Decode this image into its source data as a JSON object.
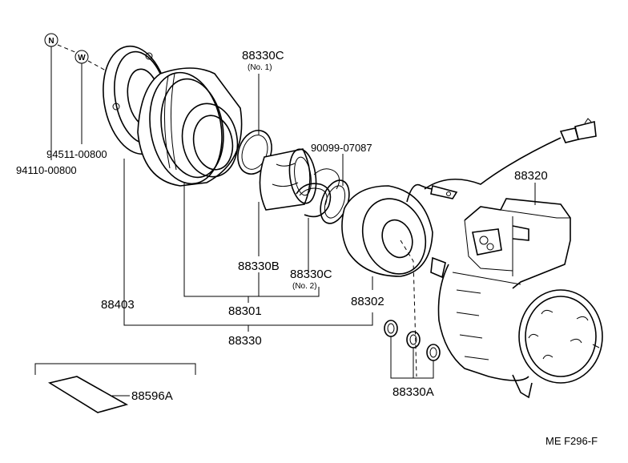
{
  "labels": {
    "p88330C_1": "88330C",
    "p88330C_1_note": "(No. 1)",
    "p90099": "90099-07087",
    "p94511": "94511-00800",
    "p94110": "94110-00800",
    "p88320": "88320",
    "p88330B": "88330B",
    "p88330C_2": "88330C",
    "p88330C_2_note": "(No. 2)",
    "p88403": "88403",
    "p88301": "88301",
    "p88302": "88302",
    "p88330": "88330",
    "p88596A": "88596A",
    "p88330A": "88330A",
    "code": "ME  F296-F"
  },
  "callouts": {
    "n": "N",
    "w": "W"
  }
}
